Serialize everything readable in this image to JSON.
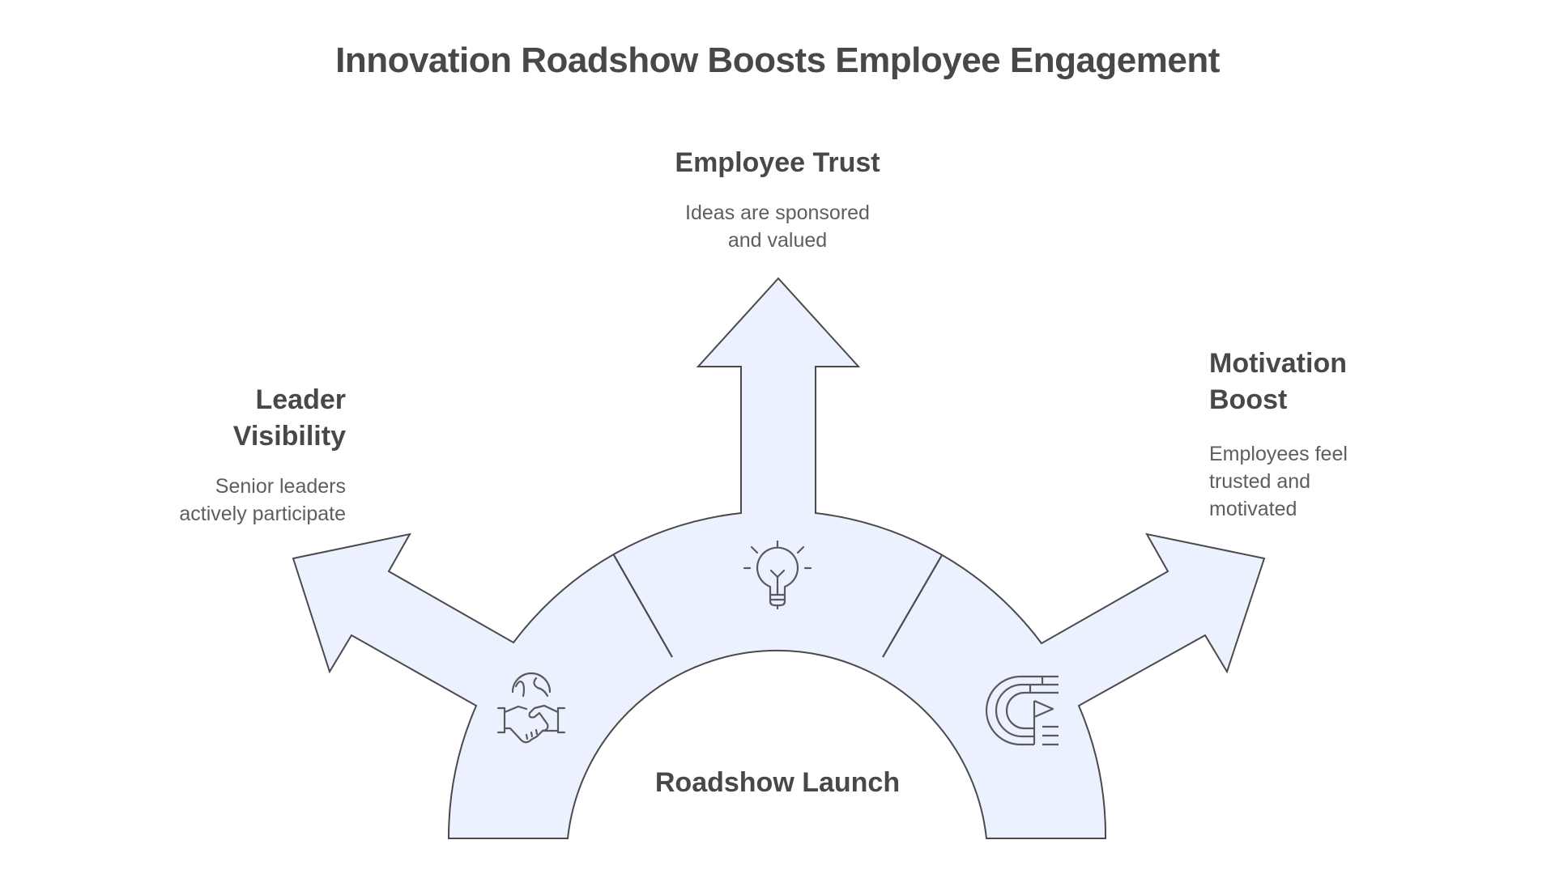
{
  "title": "Innovation Roadshow Boosts Employee Engagement",
  "colors": {
    "fill": "#EBF1FE",
    "stroke": "#4a4a4a",
    "heading_text": "#484848",
    "body_text": "#5e5e5e"
  },
  "hub": {
    "label": "Roadshow Launch"
  },
  "branches": [
    {
      "id": "leader-visibility",
      "direction": "upper-left",
      "heading_line1": "Leader",
      "heading_line2": "Visibility",
      "description_line1": "Senior leaders",
      "description_line2": "actively participate",
      "icon": "handshake-globe-icon"
    },
    {
      "id": "employee-trust",
      "direction": "up",
      "heading": "Employee Trust",
      "description_line1": "Ideas are sponsored",
      "description_line2": "and valued",
      "icon": "lightbulb-icon"
    },
    {
      "id": "motivation-boost",
      "direction": "upper-right",
      "heading_line1": "Motivation",
      "heading_line2": "Boost",
      "description_line1": "Employees feel",
      "description_line2": "trusted and",
      "description_line3": "motivated",
      "icon": "track-flag-icon"
    }
  ]
}
